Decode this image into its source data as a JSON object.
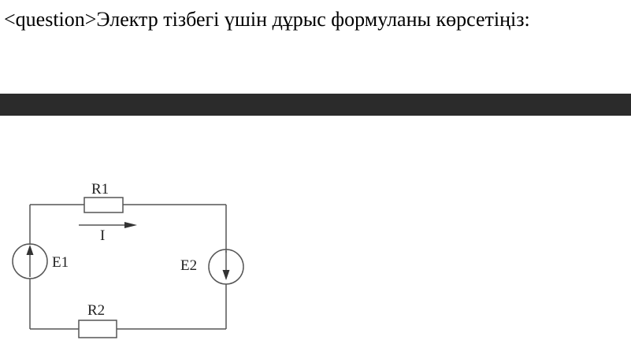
{
  "question": {
    "text": "<question>Электр тізбегі үшін дұрыс формуланы көрсетіңіз:"
  },
  "circuit": {
    "labels": {
      "r1": "R1",
      "r2": "R2",
      "e1": "E1",
      "e2": "E2",
      "current": "I"
    },
    "colors": {
      "wire": "#555555",
      "band": "#2b2b2b"
    }
  }
}
